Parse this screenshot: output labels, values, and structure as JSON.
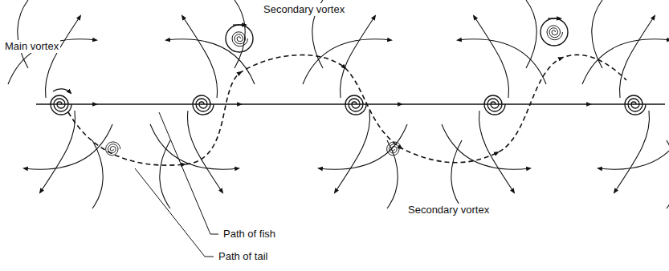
{
  "diagram": {
    "labels": [
      "Main vortex",
      "Secondary vortex",
      "Secondary vortex",
      "Path of fish",
      "Path of tail"
    ]
  }
}
